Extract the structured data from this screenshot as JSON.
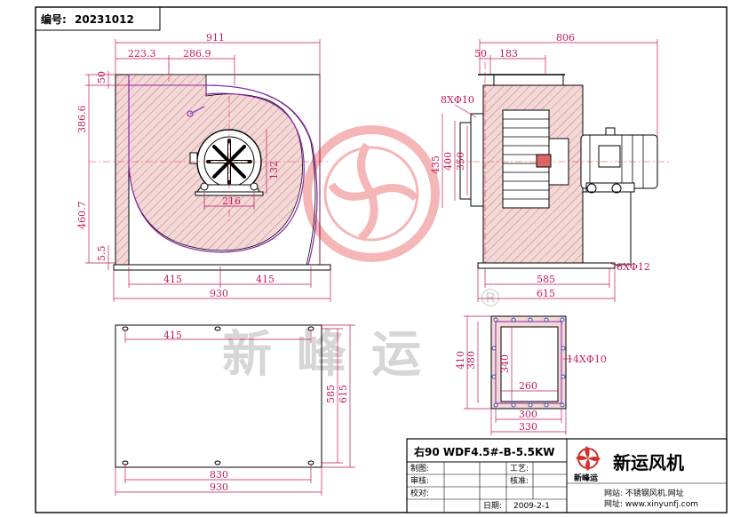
{
  "header": {
    "serial_label": "编号:",
    "serial_value": "20231012"
  },
  "front_view": {
    "width_total": "911",
    "inlet_a": "223.3",
    "inlet_b": "286.9",
    "top_flange": "50",
    "upper_height": "386.6",
    "lower_height": "460.7",
    "base_thk": "5.5",
    "motor_height": "132",
    "motor_width": "216",
    "base_half_left": "415",
    "base_half_right": "415",
    "base_total": "930"
  },
  "side_view": {
    "width_total": "806",
    "dim_50": "50",
    "dim_183": "183",
    "holes": "8XΦ10",
    "h_435": "435",
    "h_400": "400",
    "h_350": "350",
    "base_holes": "6XΦ12",
    "base_inner": "585",
    "base_total": "615"
  },
  "base_plan": {
    "hole_span": "415",
    "inner_depth": "585",
    "outer_depth": "615",
    "inner_width": "830",
    "outer_width": "930"
  },
  "outlet": {
    "outer_h": "410",
    "inner_h": "380",
    "opening_h": "340",
    "holes": "14XΦ10",
    "opening_w": "260",
    "inner_w": "300",
    "outer_w": "330"
  },
  "watermark": {
    "text": "新峰运",
    "registered": "®"
  },
  "title_block": {
    "model": "右90 WDF4.5#-B-5.5KW",
    "company": "新运风机",
    "logo_caption": "新峰运",
    "drawn_label": "制图:",
    "process_label": "工艺:",
    "review_label": "审核:",
    "approve_label": "核准:",
    "check_label": "校对:",
    "date_label": "日期:",
    "date_value": "2009-2-1",
    "website_label": "网站: 不锈钢风机.网址",
    "website_url": "网址: www.xinyunfj.com"
  }
}
